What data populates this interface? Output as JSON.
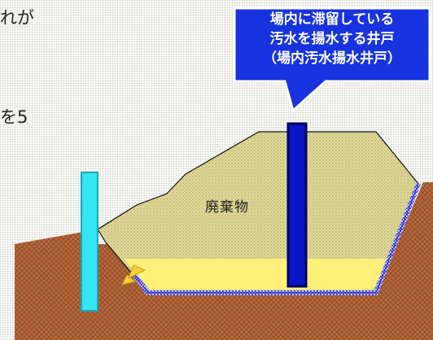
{
  "text_fragments": {
    "top_left": "れが",
    "mid_left": "を5"
  },
  "callout": {
    "lines": [
      "場内に滞留している",
      "汚水を揚水する井戸",
      "（場内汚水揚水井戸）"
    ]
  },
  "labels": {
    "waste": "廃棄物"
  },
  "colors": {
    "soil": "#b5683d",
    "waste_fill": "#e0d99a",
    "leachate": "#fff07a",
    "well_blue": "#0a14c8",
    "well_cyan": "#33e6f2",
    "callout_bg": "#1733e0"
  }
}
